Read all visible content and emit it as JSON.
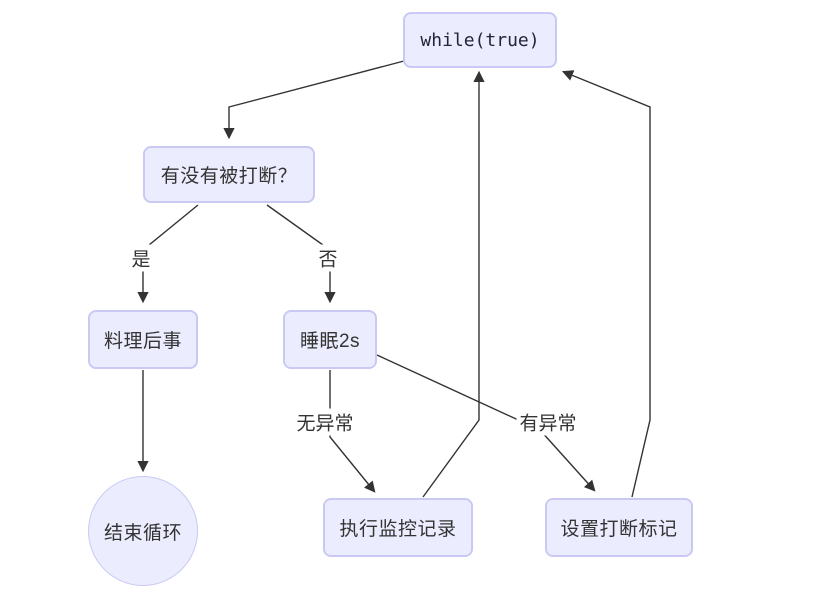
{
  "diagram": {
    "type": "flowchart",
    "nodes": {
      "while_loop": {
        "label": "while(true)",
        "shape": "rounded-rect"
      },
      "interrupted_check": {
        "label": "有没有被打断？",
        "shape": "rounded-rect"
      },
      "cleanup": {
        "label": "料理后事",
        "shape": "rounded-rect"
      },
      "sleep": {
        "label": "睡眠2s",
        "shape": "rounded-rect"
      },
      "end_loop": {
        "label": "结束循环",
        "shape": "circle"
      },
      "monitor_record": {
        "label": "执行监控记录",
        "shape": "rounded-rect"
      },
      "set_interrupt_flag": {
        "label": "设置打断标记",
        "shape": "rounded-rect"
      }
    },
    "edge_labels": {
      "yes": "是",
      "no": "否",
      "no_exception": "无异常",
      "has_exception": "有异常"
    },
    "edges": [
      {
        "from": "while_loop",
        "to": "interrupted_check",
        "label": ""
      },
      {
        "from": "interrupted_check",
        "to": "cleanup",
        "label": "是"
      },
      {
        "from": "interrupted_check",
        "to": "sleep",
        "label": "否"
      },
      {
        "from": "cleanup",
        "to": "end_loop",
        "label": ""
      },
      {
        "from": "sleep",
        "to": "monitor_record",
        "label": "无异常"
      },
      {
        "from": "sleep",
        "to": "set_interrupt_flag",
        "label": "有异常"
      },
      {
        "from": "monitor_record",
        "to": "while_loop",
        "label": ""
      },
      {
        "from": "set_interrupt_flag",
        "to": "while_loop",
        "label": ""
      }
    ],
    "colors": {
      "node_fill": "#ececff",
      "node_border": "#c9c9f4",
      "edge_stroke": "#333333",
      "text": "#333333"
    }
  }
}
